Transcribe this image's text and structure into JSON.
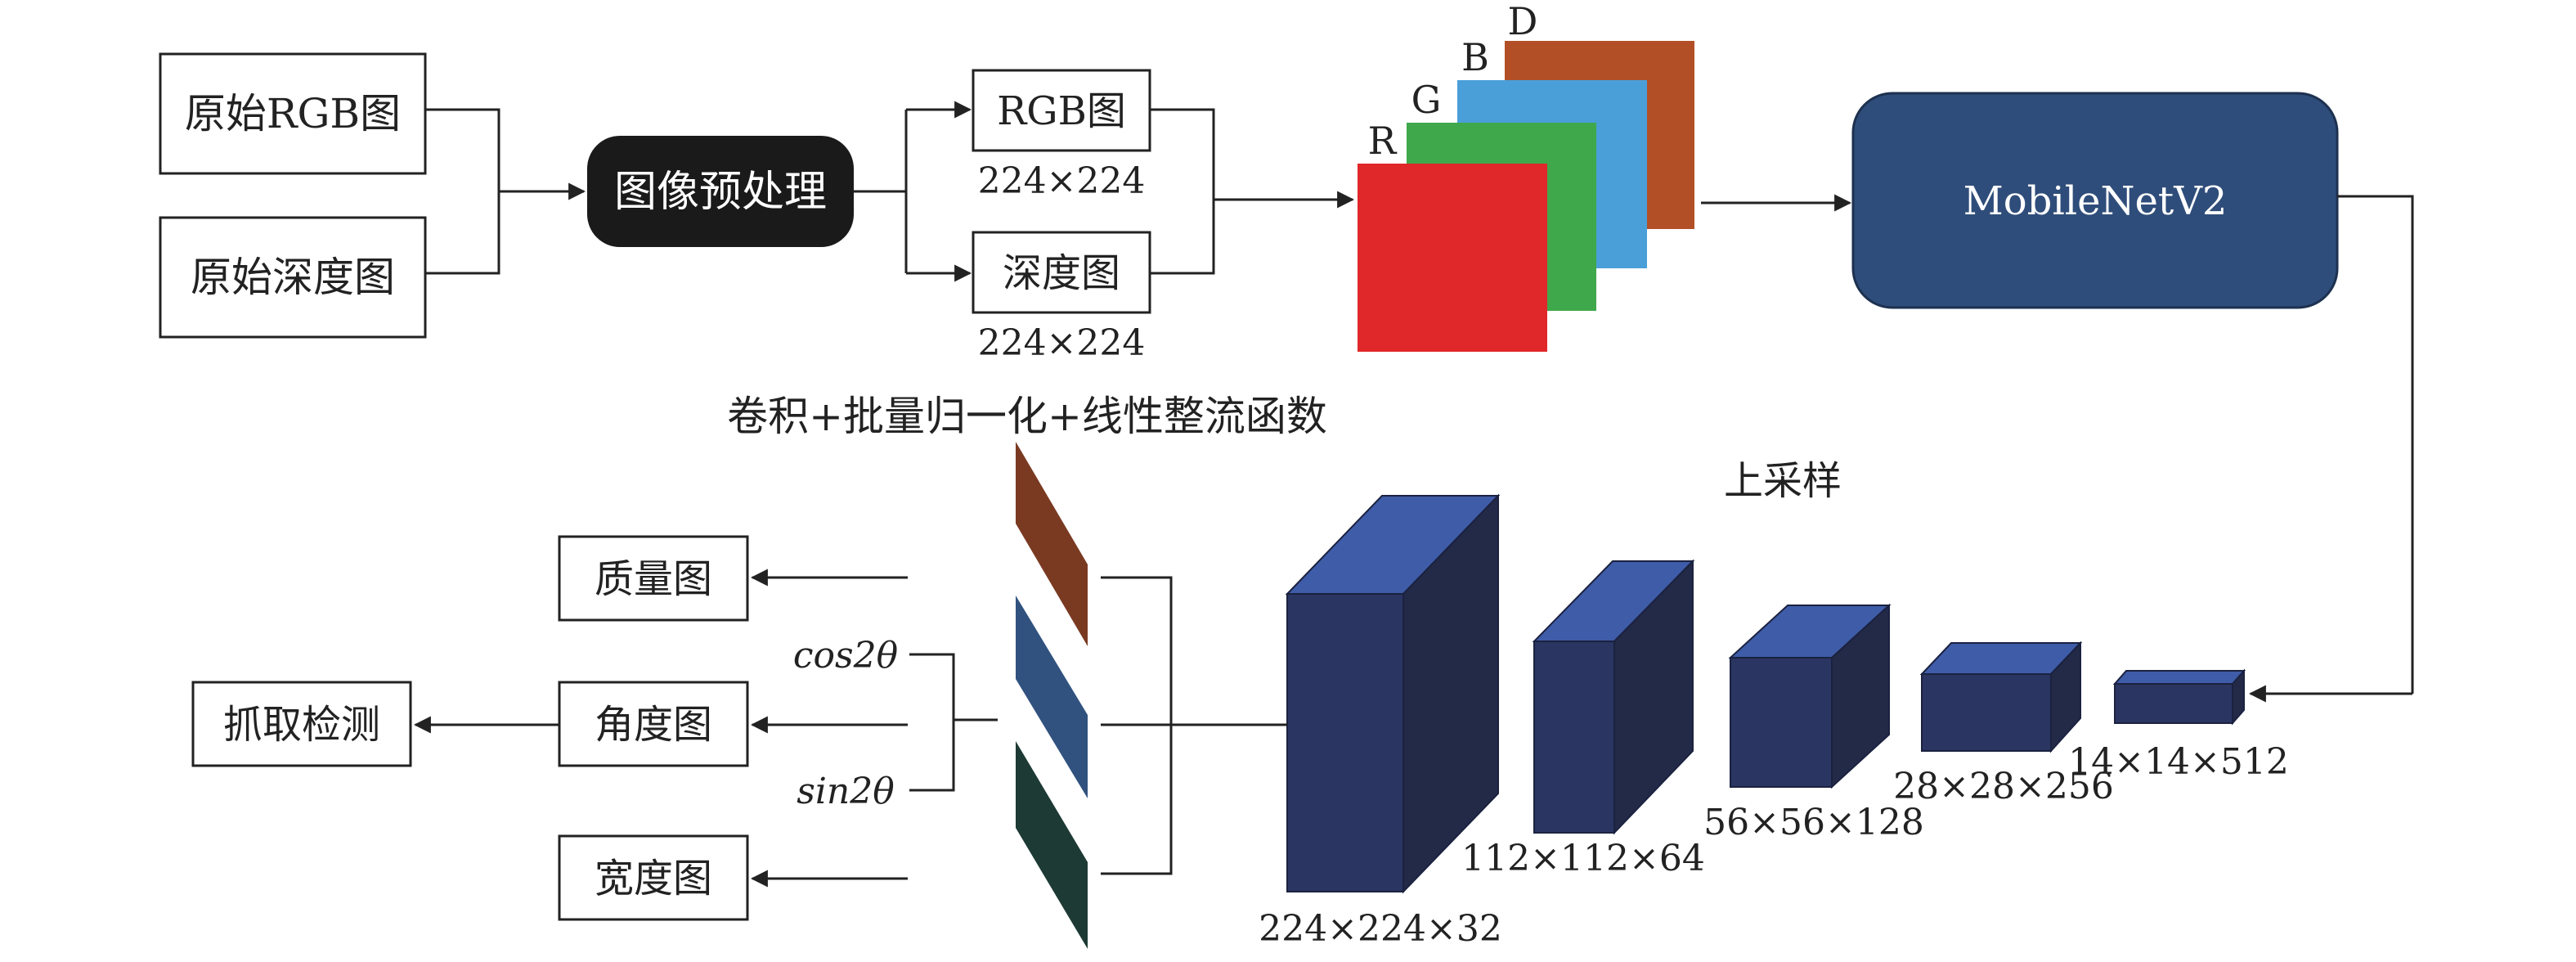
{
  "inputs": {
    "rgb": "原始RGB图",
    "depth": "原始深度图"
  },
  "preprocess": "图像预处理",
  "branches": {
    "rgb": "RGB图",
    "depth": "深度图",
    "size_rgb": "224×224",
    "size_depth": "224×224"
  },
  "channels": {
    "r": "R",
    "g": "G",
    "b": "B",
    "d": "D"
  },
  "backbone": "MobileNetV2",
  "upsample_label": "上采样",
  "conv_label": "卷积+批量归一化+线性整流函数",
  "feature_sizes": [
    "224×224×32",
    "112×112×64",
    "56×56×128",
    "28×28×256",
    "14×14×512"
  ],
  "outputs": {
    "quality": "质量图",
    "angle": "角度图",
    "width": "宽度图",
    "cos": "cos2θ",
    "sin": "sin2θ",
    "grasp": "抓取检测"
  },
  "colors": {
    "r": "#e0272a",
    "g": "#3fa84b",
    "b": "#4a9fd8",
    "d": "#b24f27",
    "backbone": "#2f4d7a",
    "block_front": "#2a3561",
    "block_top": "#3f5ca8",
    "block_side": "#222a47",
    "head_quality": "#7a3a22",
    "head_angle": "#31527f",
    "head_width": "#1d3a35",
    "preprocess": "#1a1a1a"
  }
}
